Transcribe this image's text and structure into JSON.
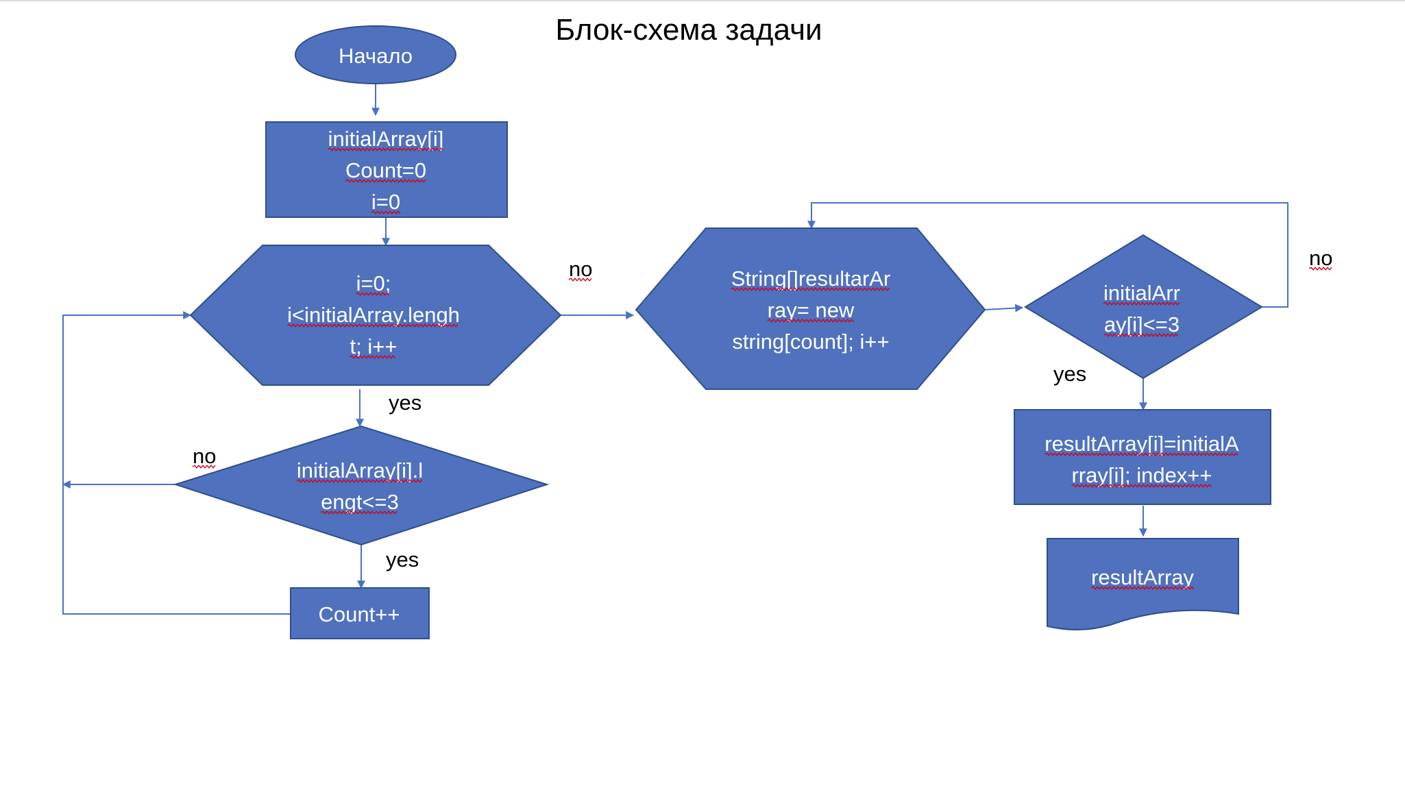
{
  "title": "Блок-схема задачи",
  "colors": {
    "shape_fill": "#4F71BE",
    "shape_stroke": "#2F4E8A",
    "connector": "#4A72C4",
    "shape_text": "#ffffff",
    "label_text": "#000000",
    "spell_underline": "#d0021b"
  },
  "nodes": {
    "start": {
      "text": "Начало"
    },
    "init": {
      "lines": [
        "initialArray[i]",
        "Count=0",
        "i=0"
      ]
    },
    "loop1": {
      "lines": [
        "i=0;",
        "i<initialArray.lengh",
        "t; i++"
      ]
    },
    "cond1": {
      "lines": [
        "initialArray[i].l",
        "engt<=3"
      ]
    },
    "count_inc": {
      "text": "Count++"
    },
    "new_array": {
      "lines": [
        "String[]resultarAr",
        "ray= new",
        "string[count]; i++"
      ]
    },
    "cond2": {
      "lines": [
        "initialArr",
        "ay[i]<=3"
      ]
    },
    "assign": {
      "lines": [
        "resultArray[i]=initialA",
        "rray[i]; index++"
      ]
    },
    "output": {
      "text": "resultArray"
    }
  },
  "labels": {
    "loop1_no": "no",
    "loop1_yes": "yes",
    "cond1_no": "no",
    "cond1_yes": "yes",
    "cond2_no": "no",
    "cond2_yes": "yes"
  }
}
